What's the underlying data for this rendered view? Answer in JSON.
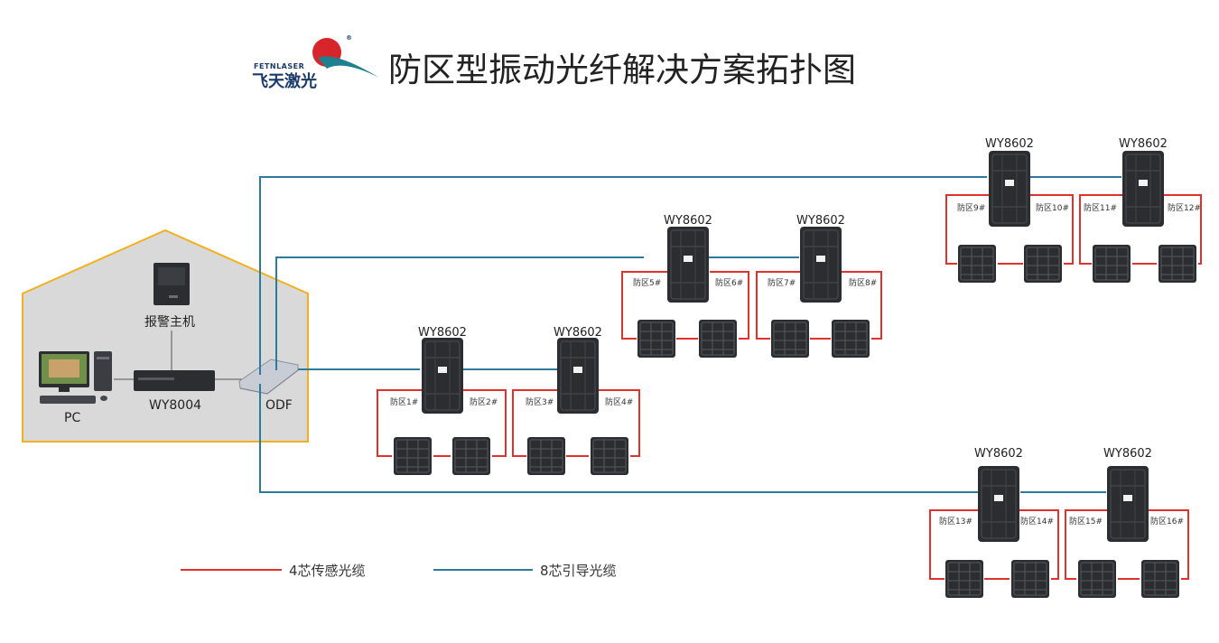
{
  "header": {
    "title": "防区型振动光纤解决方案拓扑图",
    "logo_en": "FETNLASER",
    "logo_cn": "飞天激光",
    "logo_mark": "®"
  },
  "control_room": {
    "alarm_host_label": "报警主机",
    "pc_label": "PC",
    "controller_label": "WY8004",
    "odf_label": "ODF"
  },
  "nodes": [
    {
      "model": "WY8602",
      "left_zone": "防区1#",
      "right_zone": "防区2#"
    },
    {
      "model": "WY8602",
      "left_zone": "防区3#",
      "right_zone": "防区4#"
    },
    {
      "model": "WY8602",
      "left_zone": "防区5#",
      "right_zone": "防区6#"
    },
    {
      "model": "WY8602",
      "left_zone": "防区7#",
      "right_zone": "防区8#"
    },
    {
      "model": "WY8602",
      "left_zone": "防区9#",
      "right_zone": "防区10#"
    },
    {
      "model": "WY8602",
      "left_zone": "防区11#",
      "right_zone": "防区12#"
    },
    {
      "model": "WY8602",
      "left_zone": "防区13#",
      "right_zone": "防区14#"
    },
    {
      "model": "WY8602",
      "left_zone": "防区15#",
      "right_zone": "防区16#"
    }
  ],
  "legend": {
    "sensing_label": "4芯传感光缆",
    "guide_label": "8芯引导光缆"
  },
  "colors": {
    "sensing_cable": "#e0322d",
    "guide_cable": "#2e7a9a",
    "house_fill": "#d9d9d9",
    "house_border": "#f2b01e",
    "device_dark": "#2b2d30"
  }
}
